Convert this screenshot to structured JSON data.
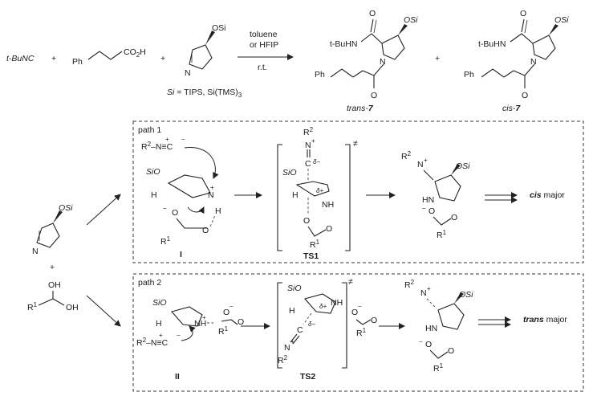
{
  "top_equation": {
    "reagent_isocyanide": "t-BuNC",
    "plus": "+",
    "acid_ph": "Ph",
    "acid_co2h": "CO",
    "acid_co2h_sub": "2",
    "acid_co2h_h": "H",
    "imine_osi": "OSi",
    "imine_n": "N",
    "conditions_top": "toluene",
    "conditions_mid": "or HFIP",
    "conditions_bottom": "r.t.",
    "si_definition_si": "Si",
    "si_definition_rest": " = TIPS, Si(TMS)",
    "si_definition_sub": "3",
    "product_trans_label": "trans-",
    "product_trans_num": "7",
    "product_cis_label": "cis-",
    "product_cis_num": "7",
    "product_o": "O",
    "product_amide": "t-BuHN",
    "product_n": "N",
    "product_ph": "Ph",
    "product_osi": "OSi"
  },
  "side_reactants": {
    "imine_osi": "OSi",
    "imine_n": "N",
    "plus": "+",
    "acid_oh_top": "OH",
    "acid_r": "R",
    "acid_r_sup": "1",
    "acid_oh_bottom": "OH"
  },
  "path1": {
    "title": "path 1",
    "isocyanide": "R",
    "isocyanide_sup": "2",
    "n_plus": "N",
    "c_minus": "C",
    "int_label": "I",
    "siO": "SiO",
    "nh_h": "H",
    "n": "N",
    "o_minus": "O",
    "o": "O",
    "r1": "R",
    "r1_sup": "1",
    "plus_sign": "+",
    "minus_sign": "−",
    "ts_label": "TS1",
    "ts_mark": "≠",
    "ts_r2": "R",
    "ts_r2_sup": "2",
    "ts_n": "N",
    "ts_c": "C",
    "delta_minus": "δ−",
    "delta_plus": "δ+",
    "ts_nh": "NH",
    "ts_h": "H",
    "ts_o": "O",
    "ts_siO": "SiO",
    "prod_r2": "R",
    "prod_r2_sup": "2",
    "prod_n": "N",
    "prod_osi": "OSi",
    "prod_hn": "HN",
    "prod_o": "O",
    "prod_r1": "R",
    "prod_r1_sup": "1",
    "outcome_bold": "cis",
    "outcome_rest": " major"
  },
  "path2": {
    "title": "path 2",
    "int_label": "II",
    "siO": "SiO",
    "nh": "NH",
    "h": "H",
    "isocyanide": "R",
    "isocyanide_sup": "2",
    "n": "N",
    "c": "C",
    "o": "O",
    "o_minus": "O",
    "r1": "R",
    "r1_sup": "1",
    "plus_sign": "+",
    "minus_sign": "−",
    "ts_label": "TS2",
    "ts_mark": "≠",
    "ts_siO": "SiO",
    "ts_nh": "NH",
    "ts_h": "H",
    "delta_plus": "δ+",
    "delta_minus": "δ−",
    "ts_c": "C",
    "ts_n": "N",
    "ts_r2": "R",
    "ts_r2_sup": "2",
    "prod_r2": "R",
    "prod_r2_sup": "2",
    "prod_n": "N",
    "prod_osi": "OSi",
    "prod_hn": "HN",
    "prod_o": "O",
    "prod_r1": "R",
    "prod_r1_sup": "1",
    "outcome_bold": "trans",
    "outcome_rest": " major"
  }
}
